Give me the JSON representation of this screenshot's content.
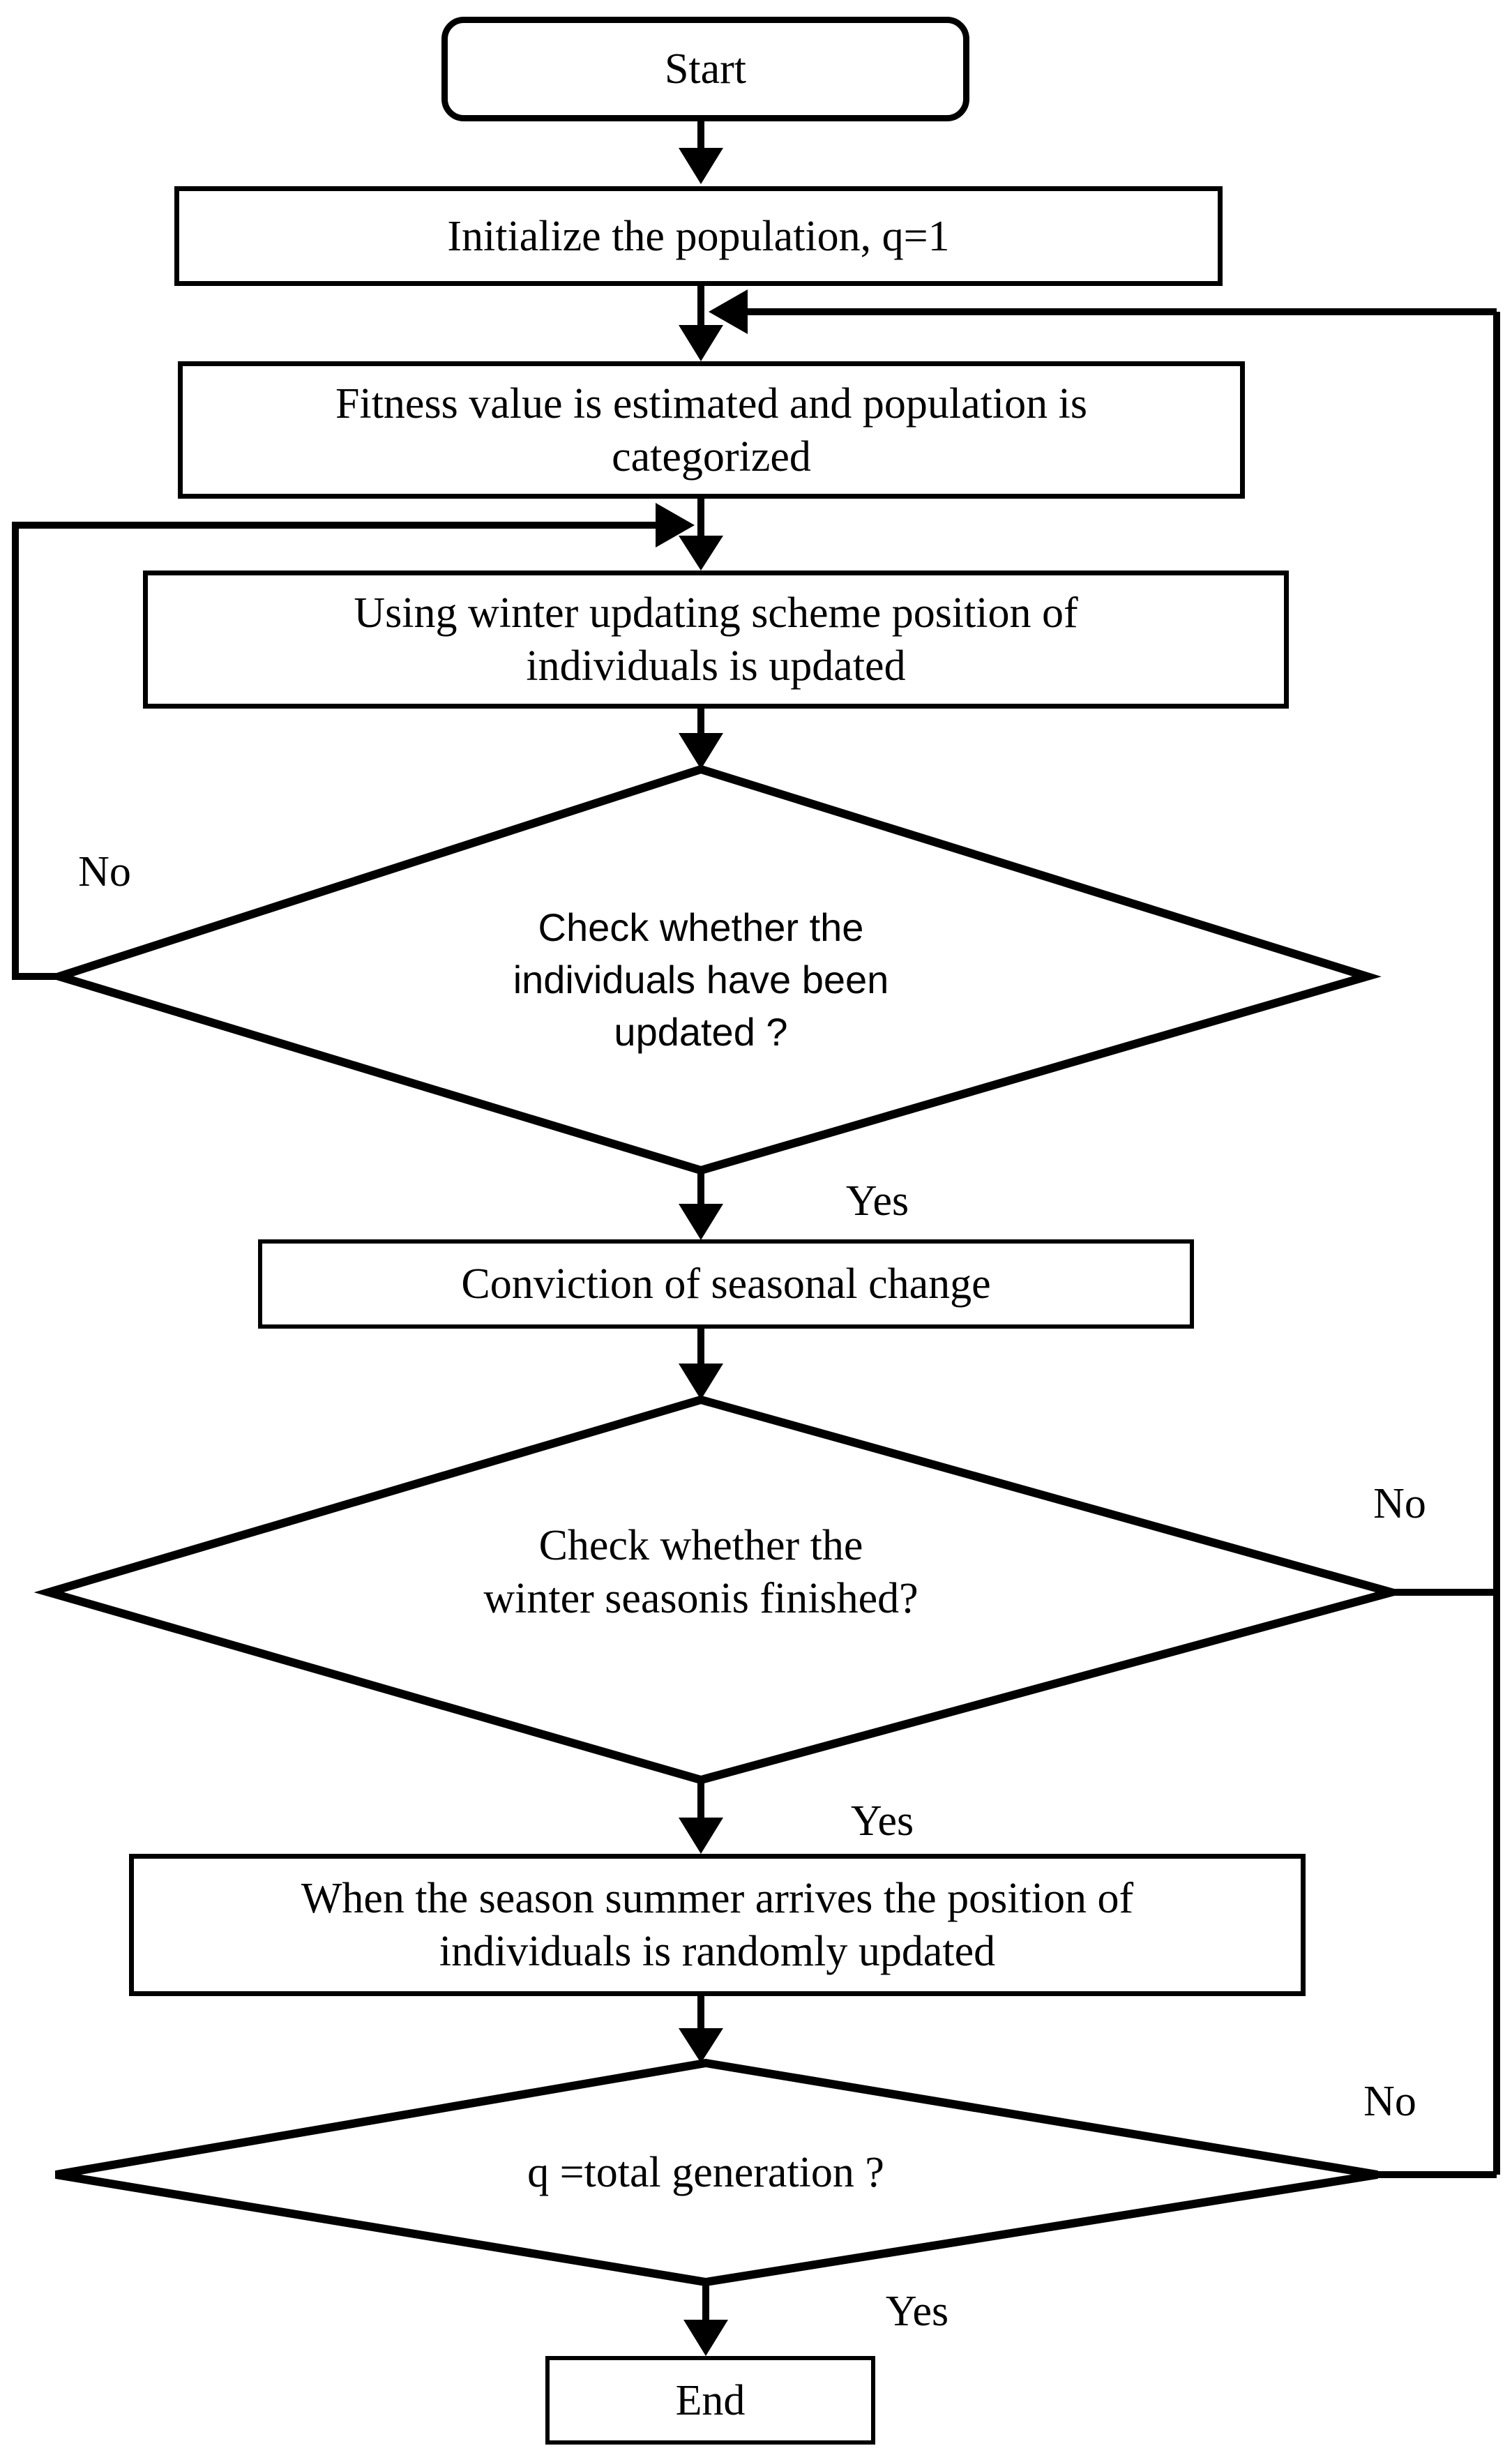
{
  "flowchart": {
    "nodes": {
      "start": {
        "label": "Start"
      },
      "initialize": {
        "label": "Initialize the population, q=1"
      },
      "fitness": {
        "lines": [
          "Fitness value is estimated and population is",
          "categorized"
        ]
      },
      "winter_update": {
        "lines": [
          "Using winter updating scheme position of",
          "individuals is updated"
        ]
      },
      "check_individuals_updated": {
        "lines": [
          "Check whether the",
          "individuals have been",
          "updated ?"
        ]
      },
      "conviction": {
        "label": "Conviction of seasonal change"
      },
      "check_winter_finished": {
        "lines": [
          "Check whether the",
          "winter seasonis finished?"
        ]
      },
      "summer_update": {
        "lines": [
          "When the season summer arrives the position of",
          "individuals is randomly updated"
        ]
      },
      "check_total_generation": {
        "label": "q =total generation ?"
      },
      "end": {
        "label": "End"
      }
    },
    "edge_labels": {
      "individuals_updated_no": "No",
      "individuals_updated_yes": "Yes",
      "winter_finished_no": "No",
      "winter_finished_yes": "Yes",
      "total_generation_no": "No",
      "total_generation_yes": "Yes"
    },
    "colors": {
      "line": "#000000",
      "text": "#000000",
      "background": "#ffffff"
    }
  }
}
